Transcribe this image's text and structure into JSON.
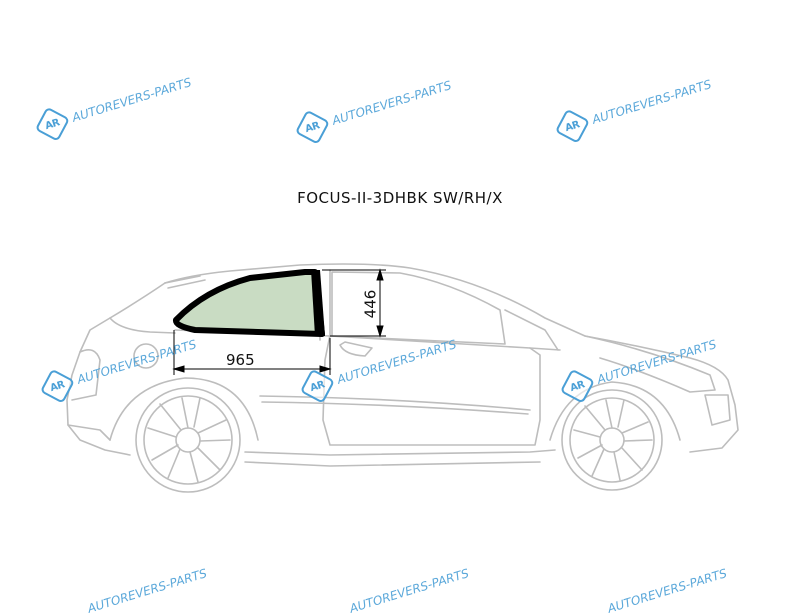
{
  "title": "FOCUS-II-3DHBK SW/RH/X",
  "dimensions": {
    "width_label": "965",
    "height_label": "446"
  },
  "watermark": {
    "logo_text": "AR",
    "text": "AUTOREVERS-PARTS",
    "color": "#4a9fd6"
  },
  "colors": {
    "glass_fill": "#c9dcc3",
    "glass_frame": "#000000",
    "car_outline": "#bdbdbd",
    "dimension_line": "#000000"
  }
}
